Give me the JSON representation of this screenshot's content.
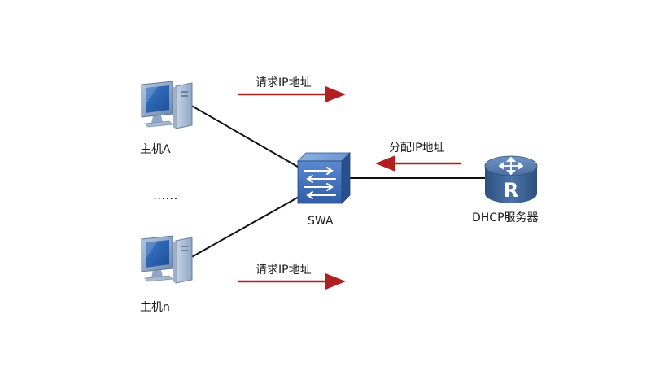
{
  "nodes": {
    "host_a": {
      "label": "主机A"
    },
    "host_n": {
      "label": "主机n"
    },
    "ellipsis": {
      "label": "......"
    },
    "switch": {
      "label": "SWA"
    },
    "router": {
      "label": "DHCP服务器",
      "symbol": "R"
    }
  },
  "messages": {
    "request_top": {
      "label": "请求IP地址",
      "direction": "right"
    },
    "request_bottom": {
      "label": "请求IP地址",
      "direction": "right"
    },
    "assign": {
      "label": "分配IP地址",
      "direction": "left"
    }
  },
  "colors": {
    "arrow": "#b02020",
    "link": "#111111",
    "device_blue": "#5a7fae",
    "switch_blue": "#3f6cb0",
    "router_blue": "#3a5f93"
  },
  "icons": {
    "host": "desktop-computer-icon",
    "switch": "switch-icon",
    "router": "router-icon"
  }
}
